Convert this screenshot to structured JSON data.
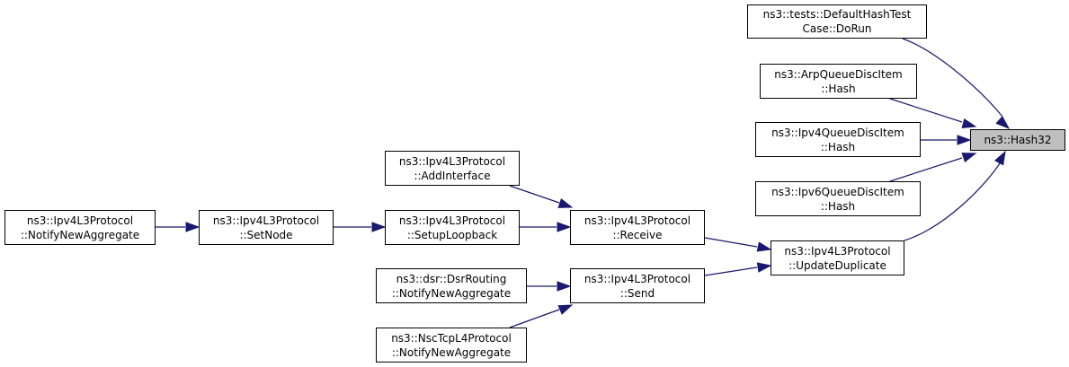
{
  "colors": {
    "edge": "#191970",
    "border": "#000000",
    "focus_fill": "#bfbfbf",
    "node_fill": "#ffffff"
  },
  "nodes": {
    "hash32": {
      "lines": [
        "ns3::Hash32"
      ]
    },
    "defaulthashtest": {
      "lines": [
        "ns3::tests::DefaultHashTest",
        "Case::DoRun"
      ]
    },
    "arpqueue": {
      "lines": [
        "ns3::ArpQueueDiscItem",
        "::Hash"
      ]
    },
    "ipv4queue": {
      "lines": [
        "ns3::Ipv4QueueDiscItem",
        "::Hash"
      ]
    },
    "ipv6queue": {
      "lines": [
        "ns3::Ipv6QueueDiscItem",
        "::Hash"
      ]
    },
    "updateduplicate": {
      "lines": [
        "ns3::Ipv4L3Protocol",
        "::UpdateDuplicate"
      ]
    },
    "receive": {
      "lines": [
        "ns3::Ipv4L3Protocol",
        "::Receive"
      ]
    },
    "send": {
      "lines": [
        "ns3::Ipv4L3Protocol",
        "::Send"
      ]
    },
    "addinterface": {
      "lines": [
        "ns3::Ipv4L3Protocol",
        "::AddInterface"
      ]
    },
    "setuploopback": {
      "lines": [
        "ns3::Ipv4L3Protocol",
        "::SetupLoopback"
      ]
    },
    "dsrnotify": {
      "lines": [
        "ns3::dsr::DsrRouting",
        "::NotifyNewAggregate"
      ]
    },
    "nscnotify": {
      "lines": [
        "ns3::NscTcpL4Protocol",
        "::NotifyNewAggregate"
      ]
    },
    "setnode": {
      "lines": [
        "ns3::Ipv4L3Protocol",
        "::SetNode"
      ]
    },
    "ipv4notify": {
      "lines": [
        "ns3::Ipv4L3Protocol",
        "::NotifyNewAggregate"
      ]
    }
  },
  "edges": [
    {
      "from": "defaulthashtest",
      "to": "hash32"
    },
    {
      "from": "arpqueue",
      "to": "hash32"
    },
    {
      "from": "ipv4queue",
      "to": "hash32"
    },
    {
      "from": "ipv6queue",
      "to": "hash32"
    },
    {
      "from": "updateduplicate",
      "to": "hash32"
    },
    {
      "from": "receive",
      "to": "updateduplicate"
    },
    {
      "from": "send",
      "to": "updateduplicate"
    },
    {
      "from": "addinterface",
      "to": "receive"
    },
    {
      "from": "setuploopback",
      "to": "receive"
    },
    {
      "from": "dsrnotify",
      "to": "send"
    },
    {
      "from": "nscnotify",
      "to": "send"
    },
    {
      "from": "setnode",
      "to": "setuploopback"
    },
    {
      "from": "ipv4notify",
      "to": "setnode"
    }
  ]
}
